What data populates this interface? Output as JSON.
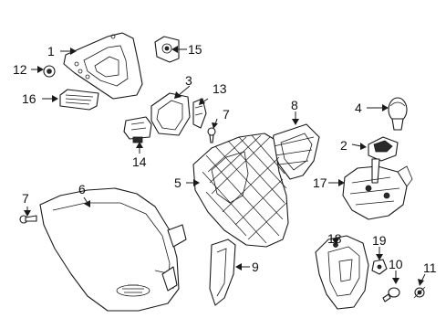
{
  "callouts": [
    {
      "id": "1",
      "label": "1"
    },
    {
      "id": "2",
      "label": "2"
    },
    {
      "id": "3",
      "label": "3"
    },
    {
      "id": "4",
      "label": "4"
    },
    {
      "id": "5",
      "label": "5"
    },
    {
      "id": "6",
      "label": "6"
    },
    {
      "id": "7a",
      "label": "7"
    },
    {
      "id": "7b",
      "label": "7"
    },
    {
      "id": "8",
      "label": "8"
    },
    {
      "id": "9",
      "label": "9"
    },
    {
      "id": "10",
      "label": "10"
    },
    {
      "id": "11",
      "label": "11"
    },
    {
      "id": "12",
      "label": "12"
    },
    {
      "id": "13",
      "label": "13"
    },
    {
      "id": "14",
      "label": "14"
    },
    {
      "id": "15",
      "label": "15"
    },
    {
      "id": "16",
      "label": "16"
    },
    {
      "id": "17",
      "label": "17"
    },
    {
      "id": "18",
      "label": "18"
    },
    {
      "id": "19",
      "label": "19"
    }
  ]
}
